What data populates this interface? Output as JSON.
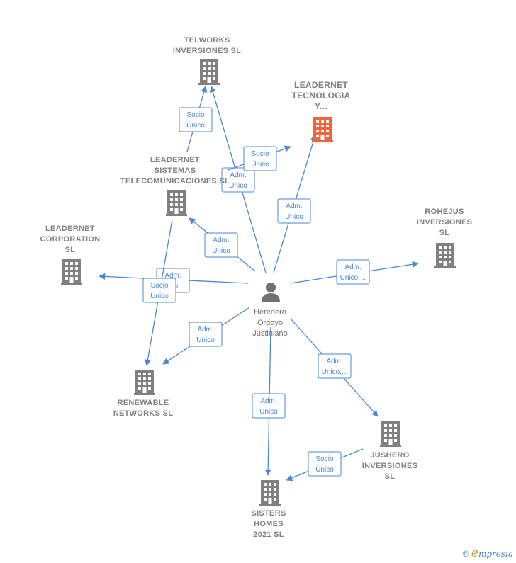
{
  "colors": {
    "edge": "#4a86d4",
    "building": "#808080",
    "highlight": "#f0653a",
    "person": "#707070"
  },
  "person": {
    "lines": [
      "Heredero",
      "Ordoyo",
      "Justiniano"
    ],
    "icon": "person-icon"
  },
  "nodes": [
    {
      "id": "telworks",
      "lines": [
        "TELWORKS",
        "INVERSIONES SL"
      ]
    },
    {
      "id": "leadernet-tec",
      "lines": [
        "LEADERNET",
        "TECNOLOGIA",
        "Y..."
      ],
      "highlight": true
    },
    {
      "id": "leadernet-sis",
      "lines": [
        "LEADERNET",
        "SISTEMAS",
        "TELECOMUNICACIONES SL"
      ]
    },
    {
      "id": "leadernet-corp",
      "lines": [
        "LEADERNET",
        "CORPORATION",
        "SL"
      ]
    },
    {
      "id": "rohejus",
      "lines": [
        "ROHEJUS",
        "INVERSIONES",
        "SL"
      ]
    },
    {
      "id": "renewable",
      "lines": [
        "RENEWABLE",
        "NETWORKS  SL"
      ]
    },
    {
      "id": "jushero",
      "lines": [
        "JUSHERO",
        "INVERSIONES",
        "SL"
      ]
    },
    {
      "id": "sisters",
      "lines": [
        "SISTERS",
        "HOMES",
        "2021  SL"
      ]
    }
  ],
  "edges": [
    {
      "from": "person",
      "to": "telworks",
      "lines": [
        "Adm.",
        "Unico"
      ]
    },
    {
      "from": "person",
      "to": "leadernet-tec",
      "lines": [
        "Adm.",
        "Unico"
      ]
    },
    {
      "from": "person",
      "to": "leadernet-sis",
      "lines": [
        "Adm.",
        "Unico"
      ]
    },
    {
      "from": "person",
      "to": "leadernet-corp",
      "lines": [
        "Adm.",
        "Unico,..."
      ]
    },
    {
      "from": "person",
      "to": "rohejus",
      "lines": [
        "Adm.",
        "Unico,..."
      ]
    },
    {
      "from": "person",
      "to": "renewable",
      "lines": [
        "Adm.",
        "Unico"
      ]
    },
    {
      "from": "person",
      "to": "jushero",
      "lines": [
        "Adm.",
        "Unico,..."
      ]
    },
    {
      "from": "person",
      "to": "sisters",
      "lines": [
        "Adm.",
        "Unico"
      ]
    },
    {
      "from": "leadernet-sis",
      "to": "telworks",
      "lines": [
        "Socio",
        "Único"
      ]
    },
    {
      "from": "leadernet-sis",
      "to": "leadernet-tec",
      "lines": [
        "Socio",
        "Único"
      ]
    },
    {
      "from": "leadernet-sis",
      "to": "renewable",
      "lines": [
        "Socio",
        "Único"
      ]
    },
    {
      "from": "jushero",
      "to": "sisters",
      "lines": [
        "Socio",
        "Único"
      ]
    }
  ],
  "footer": {
    "copyright": "©",
    "brand_initial": "e",
    "brand_rest": "mpresia"
  }
}
